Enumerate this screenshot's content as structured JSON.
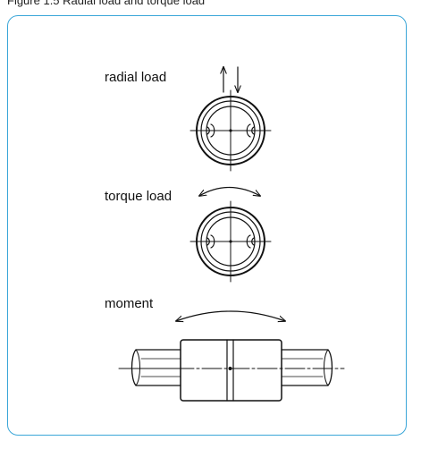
{
  "caption": "Figure 1.5 Radial load and torque load",
  "labels": {
    "radial": "radial load",
    "torque": "torque load",
    "moment": "moment"
  },
  "colors": {
    "frame": "#3aa6d8",
    "ink": "#111111"
  }
}
